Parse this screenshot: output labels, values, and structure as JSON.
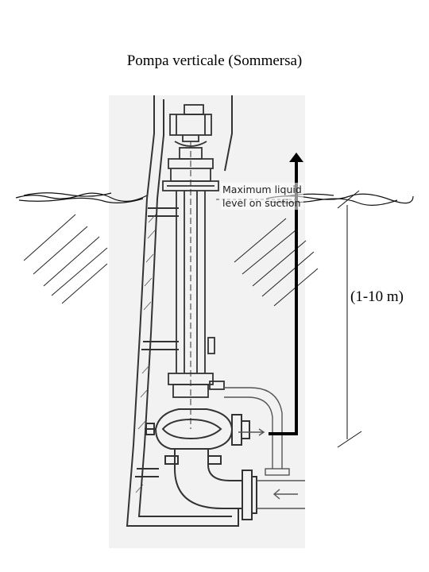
{
  "title": "Pompa verticale  (Sommersa)",
  "range_label": "(1-10 m)",
  "pump_label_line1": "Maximum liquid",
  "pump_label_line2": "level on suction",
  "colors": {
    "ink": "#000000",
    "drawing_bg": "#f1f1f1",
    "line": "#333333"
  },
  "icons": {
    "arrow": "up-arrow-icon",
    "flow": "flow-arrow-icon"
  }
}
